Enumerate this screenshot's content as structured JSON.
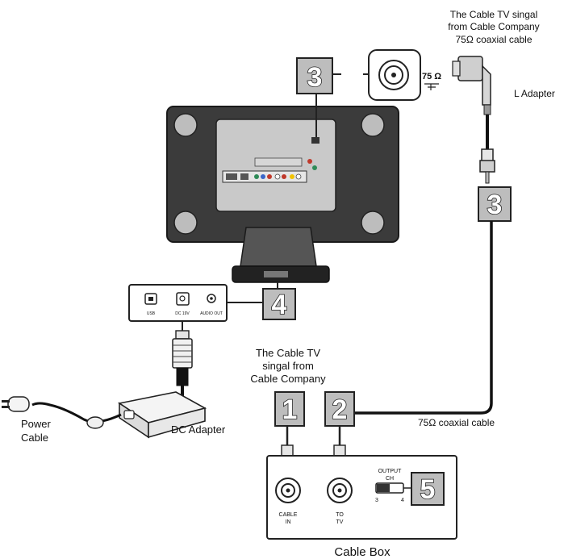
{
  "labels": {
    "top_signal_line1": "The Cable TV singal",
    "top_signal_line2": "from Cable Company",
    "top_signal_line3": "75Ω coaxial cable",
    "coax_port_label": "75 Ω",
    "l_adapter": "L Adapter",
    "mid_signal_line1": "The Cable TV",
    "mid_signal_line2": "singal from",
    "mid_signal_line3": "Cable Company",
    "power_cable_line1": "Power",
    "power_cable_line2": "Cable",
    "dc_adapter": "DC Adapter",
    "coax_cable": "75Ω coaxial cable",
    "cable_box": "Cable Box",
    "cable_in_line1": "CABLE",
    "cable_in_line2": "IN",
    "to_tv_line1": "TO",
    "to_tv_line2": "TV",
    "output_line1": "OUTPUT",
    "output_line2": "CH",
    "channel_3": "3",
    "channel_4": "4",
    "panel_usb": "USB",
    "panel_dc": "DC 19V",
    "panel_headphone": "AUDIO OUT"
  },
  "callouts": {
    "top_coax": "3",
    "mid_coax": "3",
    "dc_panel": "4",
    "cable_in": "1",
    "to_tv": "2",
    "output_switch": "5"
  }
}
